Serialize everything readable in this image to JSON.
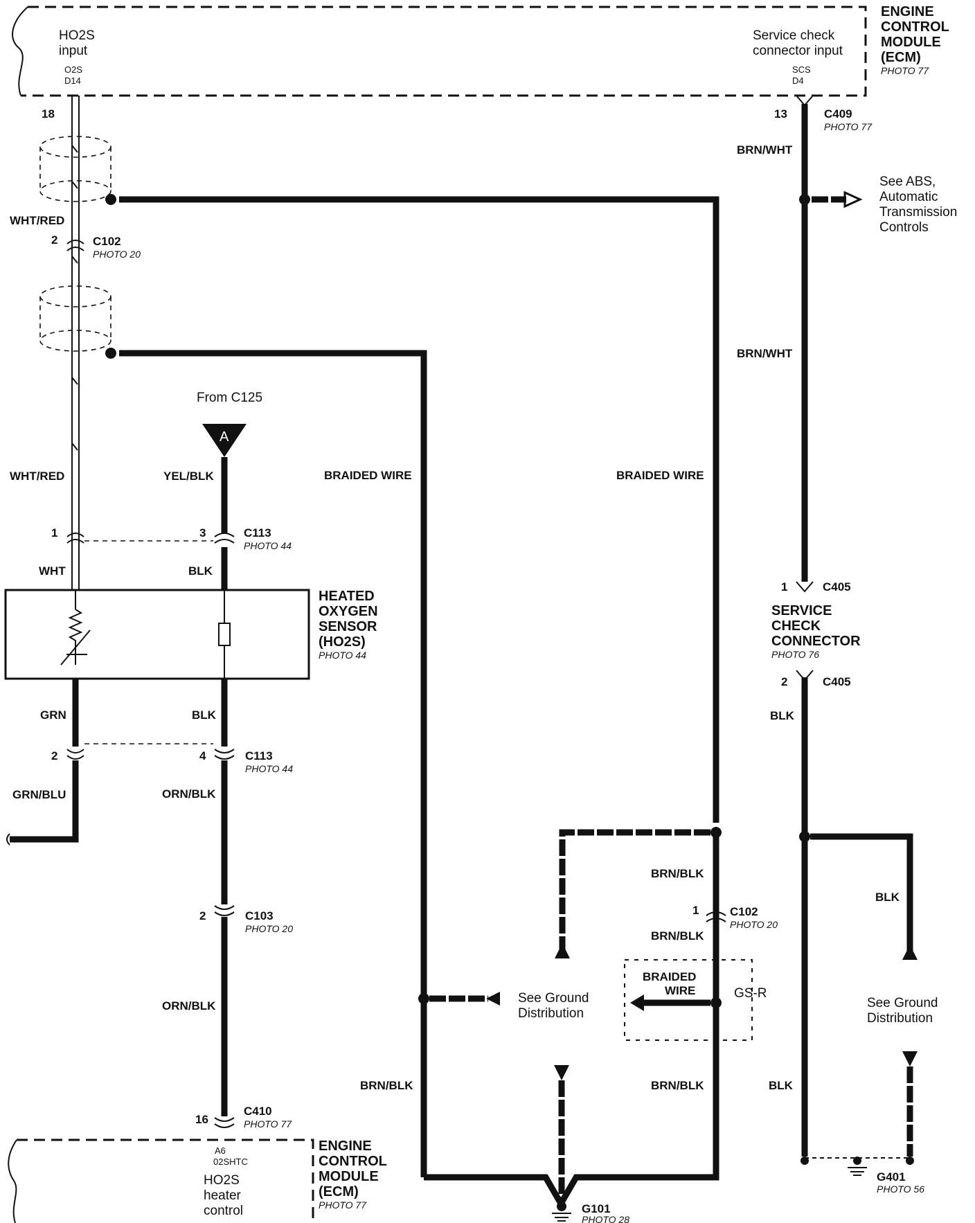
{
  "ecm_top": {
    "title_lines": [
      "ENGINE",
      "CONTROL",
      "MODULE",
      "(ECM)"
    ],
    "photo": "PHOTO 77",
    "ho2s_input_lines": [
      "HO2S",
      "input"
    ],
    "ho2s_pin": [
      "O2S",
      "D14"
    ],
    "scs_input_lines": [
      "Service check",
      "connector input"
    ],
    "scs_pin": [
      "SCS",
      "D4"
    ]
  },
  "ecm_bottom": {
    "title_lines": [
      "ENGINE",
      "CONTROL",
      "MODULE",
      "(ECM)"
    ],
    "photo": "PHOTO 77",
    "pin": [
      "A6",
      "02SHTC"
    ],
    "func_lines": [
      "HO2S",
      "heater",
      "control"
    ]
  },
  "sensor": {
    "title_lines": [
      "HEATED",
      "OXYGEN",
      "SENSOR",
      "(HO2S)"
    ],
    "photo": "PHOTO 44"
  },
  "service_check_connector": {
    "title_lines": [
      "SERVICE",
      "CHECK",
      "CONNECTOR"
    ],
    "photo": "PHOTO 76"
  },
  "pins": {
    "p18": "18",
    "p13": "13",
    "c102_pin_top": "2",
    "c113_pin1": "1",
    "c113_pin3": "3",
    "c113_pin2": "2",
    "c113_pin4": "4",
    "c103_pin": "2",
    "c410_pin": "16",
    "c102_pin_right": "1",
    "c405_pin1": "1",
    "c405_pin2": "2"
  },
  "connectors": {
    "c409": "C409",
    "c409_photo": "PHOTO 77",
    "c102": "C102",
    "c102_photo": "PHOTO 20",
    "c113a": "C113",
    "c113a_photo": "PHOTO 44",
    "c113b": "C113",
    "c113b_photo": "PHOTO 44",
    "c103": "C103",
    "c103_photo": "PHOTO 20",
    "c410": "C410",
    "c410_photo": "PHOTO 77",
    "c102b": "C102",
    "c102b_photo": "PHOTO 20",
    "c405a": "C405",
    "c405b": "C405"
  },
  "wires": {
    "wht_red_1": "WHT/RED",
    "wht_red_2": "WHT/RED",
    "wht": "WHT",
    "yel_blk": "YEL/BLK",
    "blk_1": "BLK",
    "grn": "GRN",
    "blk_2": "BLK",
    "grn_blu": "GRN/BLU",
    "orn_blk_1": "ORN/BLK",
    "orn_blk_2": "ORN/BLK",
    "braided_1": "BRAIDED WIRE",
    "braided_2": "BRAIDED WIRE",
    "braided_3_lines": [
      "BRAIDED",
      "WIRE"
    ],
    "brn_wht_1": "BRN/WHT",
    "brn_wht_2": "BRN/WHT",
    "brn_blk_1": "BRN/BLK",
    "brn_blk_2": "BRN/BLK",
    "brn_blk_3": "BRN/BLK",
    "brn_blk_4": "BRN/BLK",
    "blk_3": "BLK",
    "blk_4": "BLK",
    "blk_5": "BLK"
  },
  "notes": {
    "from_c125": "From C125",
    "connector_a": "A",
    "see_abs_lines": [
      "See ABS,",
      "Automatic",
      "Transmission",
      "Controls"
    ],
    "see_ground_1_lines": [
      "See Ground",
      "Distribution"
    ],
    "see_ground_2_lines": [
      "See Ground",
      "Distribution"
    ],
    "gsr": "GS-R"
  },
  "grounds": {
    "g101": "G101",
    "g101_photo": "PHOTO 28",
    "g401": "G401",
    "g401_photo": "PHOTO 56"
  }
}
